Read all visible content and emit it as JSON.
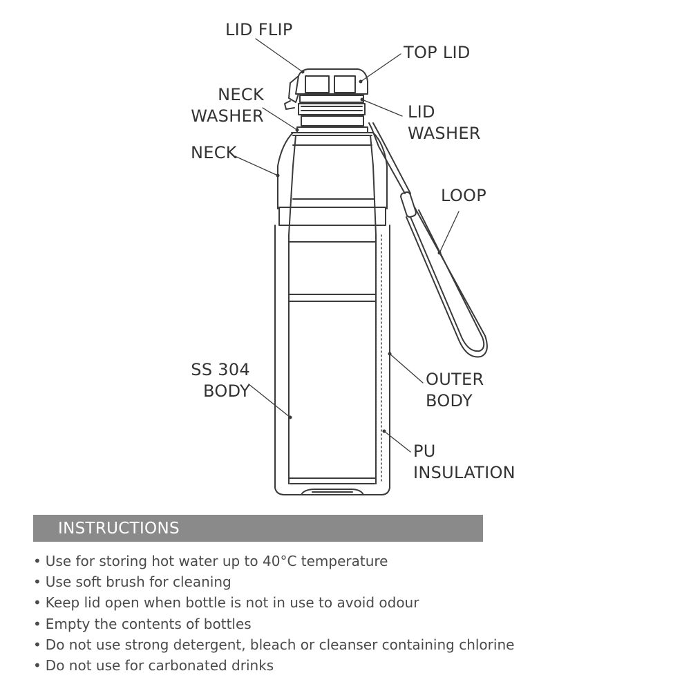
{
  "diagram": {
    "labels": {
      "lid_flip": "LID FLIP",
      "top_lid": "TOP LID",
      "neck_washer": [
        "NECK",
        "WASHER"
      ],
      "lid_washer": [
        "LID",
        "WASHER"
      ],
      "neck": "NECK",
      "loop": "LOOP",
      "ss304_body": [
        "SS 304",
        "BODY"
      ],
      "outer_body": [
        "OUTER",
        "BODY"
      ],
      "pu_insulation": [
        "PU",
        "INSULATION"
      ]
    }
  },
  "instructions": {
    "title": "INSTRUCTIONS",
    "items": [
      "Use for storing hot water up to 40°C temperature",
      "Use soft brush for cleaning",
      "Keep lid open when bottle is not in use to avoid odour",
      "Empty the contents of bottles",
      "Do not use strong detergent, bleach or cleanser containing chlorine",
      "Do not use for carbonated drinks"
    ]
  },
  "colors": {
    "line": "#3a3a3a",
    "instructions_bar": "#8a8a8a",
    "instructions_title": "#ffffff",
    "text": "#333333"
  }
}
